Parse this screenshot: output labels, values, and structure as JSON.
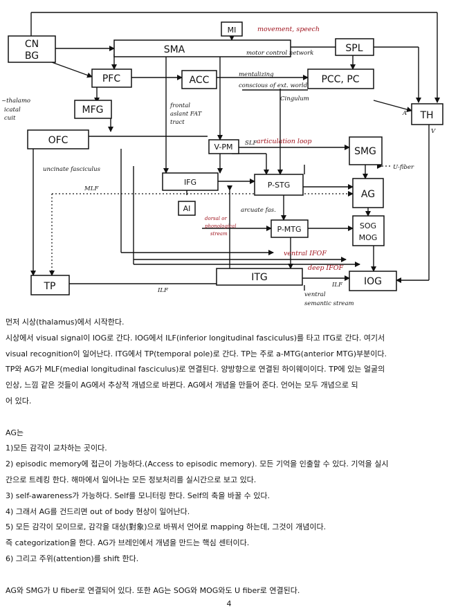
{
  "diagram": {
    "nodes": {
      "cnbg_line1": "CN",
      "cnbg_line2": "BG",
      "mi": "MI",
      "sma": "SMA",
      "spl": "SPL",
      "pfc": "PFC",
      "acc": "ACC",
      "pcc": "PCC, PC",
      "mfg": "MFG",
      "th": "TH",
      "ofc": "OFC",
      "vpm": "V-PM",
      "smg": "SMG",
      "ifg": "IFG",
      "pstg": "P-STG",
      "ag": "AG",
      "ai": "AI",
      "pmtg": "P-MTG",
      "sog": "SOG",
      "mog": "MOG",
      "tp": "TP",
      "itg": "ITG",
      "iog": "IOG"
    },
    "annotations": {
      "movement_speech": "movement, speech",
      "motor_control": "motor control network",
      "thalamo_1": "~thalamo",
      "thalamo_2": "icatal",
      "thalamo_3": "cuit",
      "mentalizing": "mentalizing",
      "conscious": "conscious of ext. world",
      "cingulum": "Cingulum",
      "fat_1": "frontal",
      "fat_2": "aslant FAT",
      "fat_3": "tract",
      "a_label": "A",
      "v_label": "V",
      "slf": "SLF",
      "articulation": "articulation loop",
      "uncinate": "uncinate fasciculus",
      "ufiber": "U-fiber",
      "mlf": "MLF",
      "arcuate": "arcuate fas.",
      "dorsal_1": "dorsal or",
      "dorsal_2": "phonological",
      "dorsal_3": "stream",
      "ventral_ifof": "ventral IFOF",
      "deep_ifof": "deep IFOF",
      "ilf_left": "ILF",
      "ilf_right": "ILF",
      "ventral_sem_1": "ventral",
      "ventral_sem_2": "semantic stream"
    }
  },
  "text": {
    "p1": "먼저 시상(thalamus)에서 시작한다.",
    "p2": "시상에서 visual signal이 IOG로 간다. IOG에서 ILF(inferior longitudinal fasciculus)를 타고 ITG로 간다. 여기서",
    "p3": "visual recognition이 일어난다. ITG에서 TP(temporal pole)로 간다.   TP는 주로 a-MTG(anterior MTG)부분이다.",
    "p4": "TP와 AG가 MLF(medial longitudinal fasciculus)로 연결된다. 양방향으로 연결된 하이웨이이다. TP에 있는 얼굴의",
    "p5": "인상, 느낌 같은 것들이 AG에서 추상적 개념으로 바뀐다. AG에서 개념을 만들어 준다. 언어는 모두 개념으로 되",
    "p6": "어 있다.",
    "p7": "AG는",
    "p8": "1)모든 감각이 교차하는 곳이다.",
    "p9": "2) episodic memory에 접근이 가능하다.(Access to episodic memory). 모든 기억을 인출할 수 있다. 기억을 실시",
    "p10": "간으로 트레킹 한다. 해마에서 일어나는 모든 정보처리를 실시간으로 보고 있다.",
    "p11": "3) self-awareness가 가능하다. Self를 모니터링 한다. Self의 축을 바꿀 수 있다.",
    "p12": "4) 그래서 AG를 건드리면 out of body 현상이 일어난다.",
    "p13": "5) 모든 감각이 모이므로, 감각을 대상(對象)으로 바꿔서 언어로 mapping 하는데, 그것이 개념이다.",
    "p14": "즉 categorization을 한다. AG가 브레인에서 개념을 만드는 핵심 센터이다.",
    "p15": "6) 그리고 주위(attention)를 shift 한다.",
    "p16": "AG와 SMG가 U fiber로 연결되어 있다. 또한 AG는 SOG와 MOG와도 U fiber로 연결된다."
  },
  "page_number": "4",
  "colors": {
    "ink": "#111111",
    "red_ink": "#a0141e"
  }
}
